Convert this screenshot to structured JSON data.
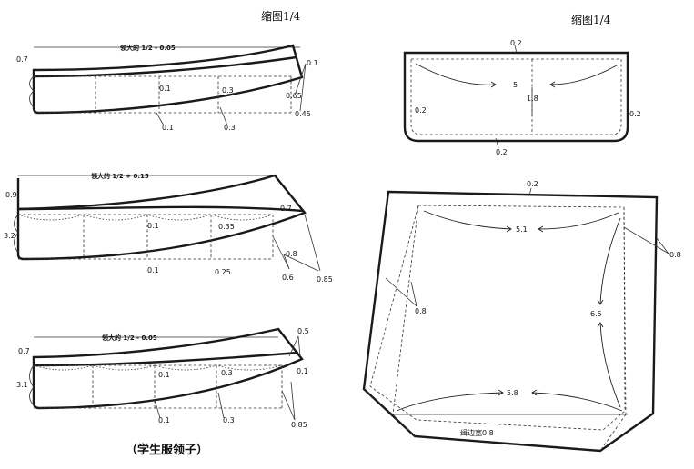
{
  "headers": {
    "left": "缩图1/4",
    "right": "缩图1/4"
  },
  "caption": "（学生服领子）",
  "collar1": {
    "top_label": "领大的 1/2 - 0.05",
    "height_top": "0.7",
    "v1": "0.1",
    "v2": "0.3",
    "v3": "0.65",
    "v4": "0.1",
    "v5": "0.45",
    "b1": "0.1",
    "b2": "0.3"
  },
  "collar2": {
    "top_label": "领大的 1/2 + 0.15",
    "h1": "0.9",
    "h2": "3.2",
    "v1": "0.1",
    "v2": "0.35",
    "v3": "0.7",
    "v4": "0.8",
    "b1": "0.1",
    "b2": "0.25",
    "b3": "0.6",
    "b4": "0.85"
  },
  "collar3": {
    "top_label": "领大的 1/2 - 0.05",
    "h1": "0.7",
    "h2": "3.1",
    "v1": "0.5",
    "v2": "0.1",
    "v3": "0.3",
    "v4": "0.1",
    "b1": "0.1",
    "b2": "0.3",
    "b3": "0.85"
  },
  "flap": {
    "top": "0.2",
    "left": "0.2",
    "right": "0.2",
    "bottom": "0.2",
    "width": "5",
    "height": "1.8"
  },
  "pocket": {
    "top": "0.2",
    "top_width": "5.1",
    "right_side": "0.8",
    "left_side": "0.8",
    "height": "6.5",
    "bottom_width": "5.8",
    "bottom_note": "缉边宽0.8"
  }
}
